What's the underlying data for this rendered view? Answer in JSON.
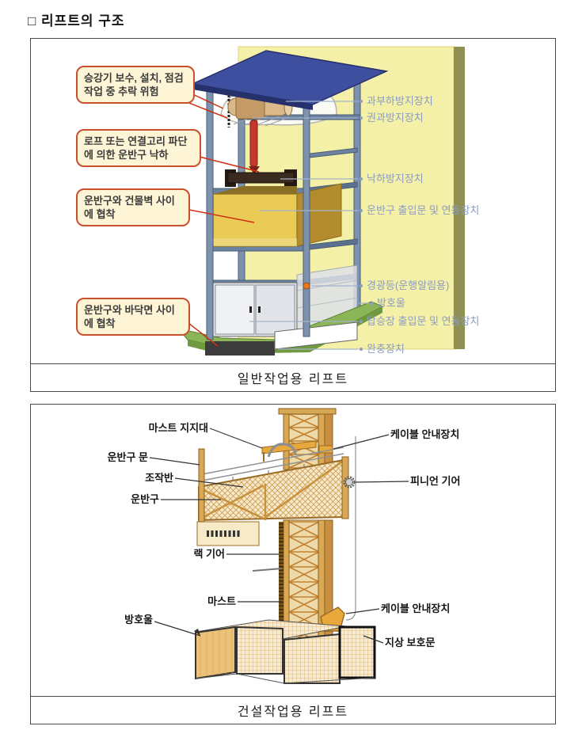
{
  "title": "□ 리프트의 구조",
  "general_lift": {
    "caption": "일반작업용 리프트",
    "hazards": [
      "승강기 보수, 설치, 점검 작업 중 추락 위험",
      "로프 또는 연결고리 파단에 의한 운반구 낙하",
      "운반구와 건물벽 사이에 협착",
      "운반구와 바닥면 사이에 협착"
    ],
    "devices": [
      "과부하방지장치",
      "권과방지장치",
      "낙하방지장치",
      "운반구 출입문 및 연동장치",
      "경광등(운행알림용)",
      "방호울",
      "탑승장 출입문 및 연동장치",
      "완충장치"
    ]
  },
  "construction_lift": {
    "caption": "건설작업용 리프트",
    "parts_left": [
      "마스트 지지대",
      "운반구 문",
      "조작반",
      "운반구",
      "랙 기어",
      "마스트",
      "방호울"
    ],
    "parts_right": [
      "케이블 안내장치",
      "피니언 기어",
      "케이블 안내장치",
      "지상 보호문"
    ]
  },
  "colors": {
    "hazard_border": "#c9502e",
    "hazard_bg": "#fdf5d5",
    "device_label_blue": "#8a9cc2",
    "roof_blue": "#3f4fa0",
    "wall_yellow": "#f4f0a8",
    "frame_gray_blue": "#7d92ad",
    "cage_yellow": "#e0bb45",
    "platform_green": "#8cb557",
    "mast_orange": "#d9a855"
  }
}
